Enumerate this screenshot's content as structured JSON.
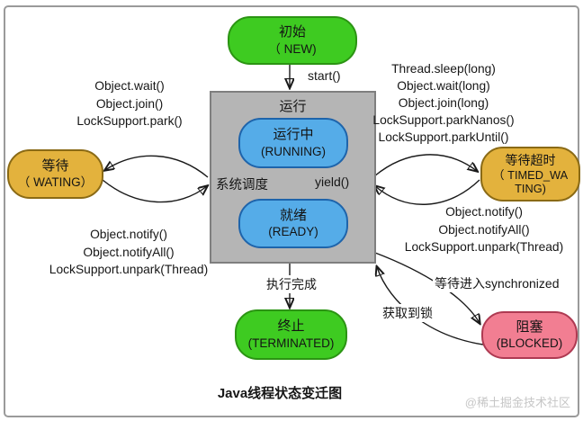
{
  "title": "Java线程状态变迁图",
  "watermark": "@稀土掘金技术社区",
  "colors": {
    "node-green": "#3ecb21",
    "node-green-border": "#2b9413",
    "node-blue": "#55ace8",
    "node-blue-border": "#1e64ab",
    "node-yellow": "#e3b23d",
    "node-yellow-border": "#8a6a15",
    "node-pink": "#f27e92",
    "node-pink-border": "#ae3a52",
    "run-box": "#b5b5b5",
    "run-box-border": "#7f7f7f",
    "ink": "#1a1a1a",
    "watermark-color": "#c6c6c6"
  },
  "nodes": {
    "new": {
      "zh": "初始",
      "en": "（ NEW)"
    },
    "run_box": "运行",
    "running": {
      "zh": "运行中",
      "en": "(RUNNING)"
    },
    "ready": {
      "zh": "就绪",
      "en": "(READY)"
    },
    "waiting": {
      "zh": "等待",
      "en": "（ WATING）"
    },
    "timed_waiting": {
      "zh": "等待超时",
      "en1": "（ TIMED_WA",
      "en2": "TING)"
    },
    "terminated": {
      "zh": "终止",
      "en": "(TERMINATED)"
    },
    "blocked": {
      "zh": "阻塞",
      "en": "(BLOCKED)"
    }
  },
  "edge_labels": {
    "start": "start()",
    "system_schedule": "系统调度",
    "yield": "yield()",
    "execute_done": "执行完成",
    "acquire_lock": "获取到锁",
    "wait_synchronized": "等待进入synchronized"
  },
  "method_labels": {
    "to_waiting": [
      "Object.wait()",
      "Object.join()",
      "LockSupport.park()"
    ],
    "from_waiting": [
      "Object.notify()",
      "Object.notifyAll()",
      "LockSupport.unpark(Thread)"
    ],
    "to_timed_waiting": [
      "Thread.sleep(long)",
      "Object.wait(long)",
      "Object.join(long)",
      "LockSupport.parkNanos()",
      "LockSupport.parkUntil()"
    ],
    "from_timed_waiting": [
      "Object.notify()",
      "Object.notifyAll()",
      "LockSupport.unpark(Thread)"
    ]
  }
}
